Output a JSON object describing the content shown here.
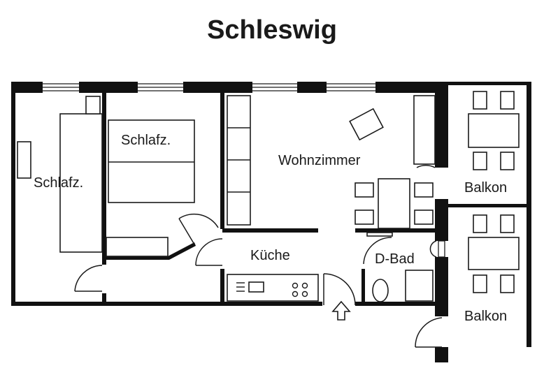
{
  "title": "Schleswig",
  "rooms": {
    "schlafzimmer_1": "Schlafz.",
    "schlafzimmer_2": "Schlafz.",
    "wohnzimmer": "Wohnzimmer",
    "kueche": "Küche",
    "dusch_bad": "D-Bad",
    "balkon_1": "Balkon",
    "balkon_2": "Balkon"
  },
  "colors": {
    "wall": "#111111",
    "line": "#1a1a1a",
    "background": "#ffffff"
  },
  "icons": [
    "entrance-arrow-icon",
    "door-swing-icon",
    "stove-icon",
    "toilet-icon"
  ]
}
